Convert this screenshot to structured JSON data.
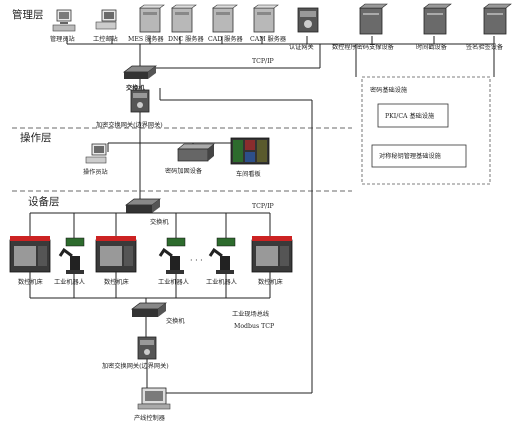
{
  "layers": {
    "management": "管理层",
    "operation": "操作层",
    "device": "设备层"
  },
  "management": {
    "devices": [
      "管理员站",
      "工控邮站",
      "MES 服务器",
      "DNC 服务器",
      "CAD 服务器",
      "CAM 服务器",
      "认证网关",
      "数控程序密码支撑设备",
      "时间戳设备",
      "签名验签设备"
    ],
    "protocol": "TCP/IP",
    "switch": "交换机",
    "gateway": "加密交换网关(边界网关)"
  },
  "crypto": {
    "title": "密码基础设施",
    "pki": "PKI/CA 基础设施",
    "symmetric": "对称秘钥管理基础设施"
  },
  "operation": {
    "devices": [
      "操作员站",
      "密码加固设备",
      "车间看板"
    ]
  },
  "device": {
    "switch_top": "交换机",
    "protocol": "TCP/IP",
    "items": [
      "数控机床",
      "工业机器人",
      "数控机床",
      "工业机器人",
      "工业机器人",
      "数控机床"
    ],
    "ellipsis": "· · ·",
    "switch_bottom": "交换机",
    "fieldbus": "工业现场总线",
    "modbus": "Modbus TCP",
    "gateway": "加密交换网关(边界网关)",
    "controller": "产线控制器"
  }
}
